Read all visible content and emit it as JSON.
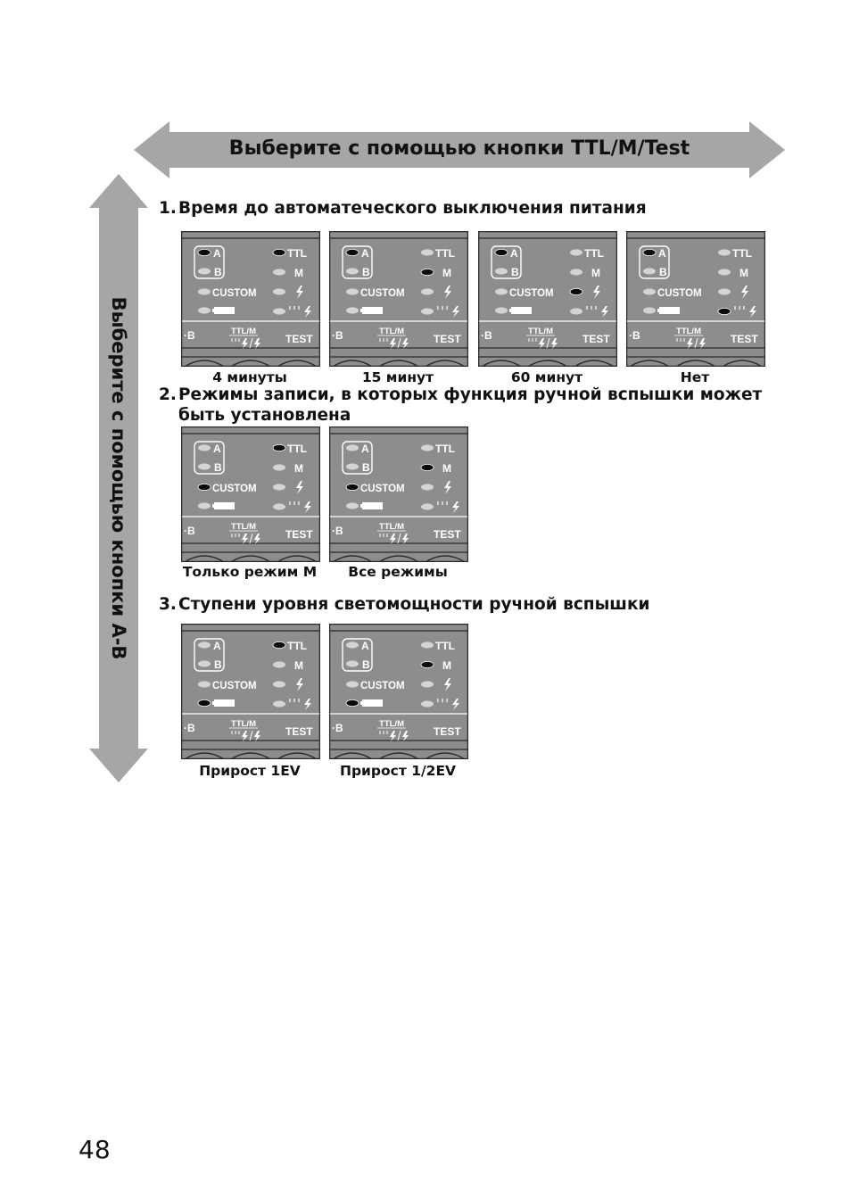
{
  "top_arrow_label": "Выберите с помощью кнопки TTL/M/Test",
  "side_arrow_label": "Выберите с помощью кнопки A-B",
  "panel_labels": {
    "a": "A",
    "b": "B",
    "custom": "CUSTOM",
    "ttl": "TTL",
    "m": "M",
    "ab_button": "·B",
    "ttl_m": "TTL/M",
    "test": "TEST"
  },
  "sections": [
    {
      "number": "1.",
      "title": "Время до автоматеческого выключения питания",
      "options": [
        {
          "caption": "4 минуты",
          "lit": [
            "a",
            "ttl"
          ]
        },
        {
          "caption": "15 минут",
          "lit": [
            "a",
            "m"
          ]
        },
        {
          "caption": "60 минут",
          "lit": [
            "a",
            "flash"
          ]
        },
        {
          "caption": "Нет",
          "lit": [
            "a",
            "multi"
          ]
        }
      ]
    },
    {
      "number": "2.",
      "title": "Режимы записи, в которых функция ручной вспышки может",
      "title_cont": "быть установлена",
      "options": [
        {
          "caption": "Только режим M",
          "lit": [
            "custom",
            "ttl"
          ]
        },
        {
          "caption": "Все режимы",
          "lit": [
            "custom",
            "m"
          ]
        }
      ]
    },
    {
      "number": "3.",
      "title": "Ступени уровня светомощности ручной вспышки",
      "options": [
        {
          "caption": "Прирост 1EV",
          "lit": [
            "battery",
            "ttl"
          ]
        },
        {
          "caption": "Прирост 1/2EV",
          "lit": [
            "battery",
            "m"
          ]
        }
      ]
    }
  ],
  "page_number": "48"
}
